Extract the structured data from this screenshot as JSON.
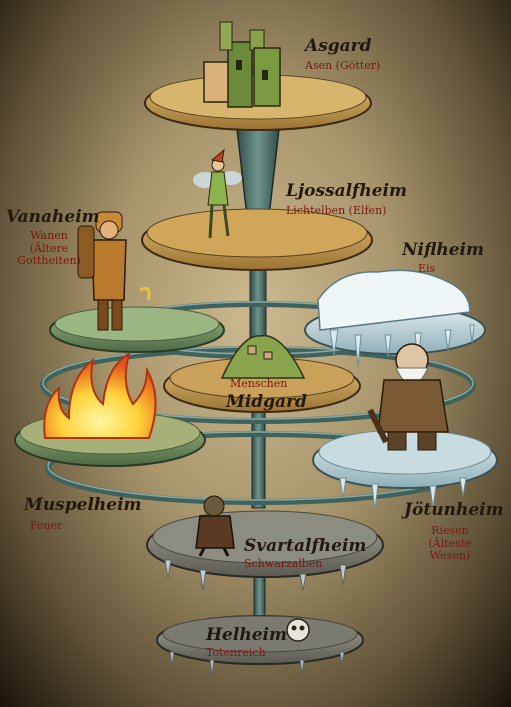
{
  "realms": {
    "asgard": {
      "name": "Asgard",
      "sub": "Asen (Götter)"
    },
    "ljossalfheim": {
      "name": "Ljossalfheim",
      "sub": "Lichtelben (Elfen)"
    },
    "vanaheim": {
      "name": "Vanaheim",
      "sub_lines": [
        "Wanen",
        "(Ältere",
        "Gottheiten)"
      ]
    },
    "niflheim": {
      "name": "Niflheim",
      "sub": "Eis"
    },
    "midgard": {
      "name": "Midgard",
      "sub": "Menschen"
    },
    "muspelheim": {
      "name": "Muspelheim",
      "sub": "Feuer"
    },
    "jotunheim": {
      "name": "Jötunheim",
      "sub_lines": [
        "Riesen",
        "(Älteste",
        "Wesen)"
      ]
    },
    "svartalfheim": {
      "name": "Svartalfheim",
      "sub": "Schwarzalben"
    },
    "helheim": {
      "name": "Helheim",
      "sub": "Totenreich"
    }
  },
  "colors": {
    "label_name": "#231810",
    "label_sub": "#7a1810",
    "platform_gold": "#c9a15a",
    "platform_green": "#7a9a64",
    "platform_ice": "#bfd3d8",
    "platform_stone": "#8c8c84",
    "pillar": "#4a6e68"
  }
}
